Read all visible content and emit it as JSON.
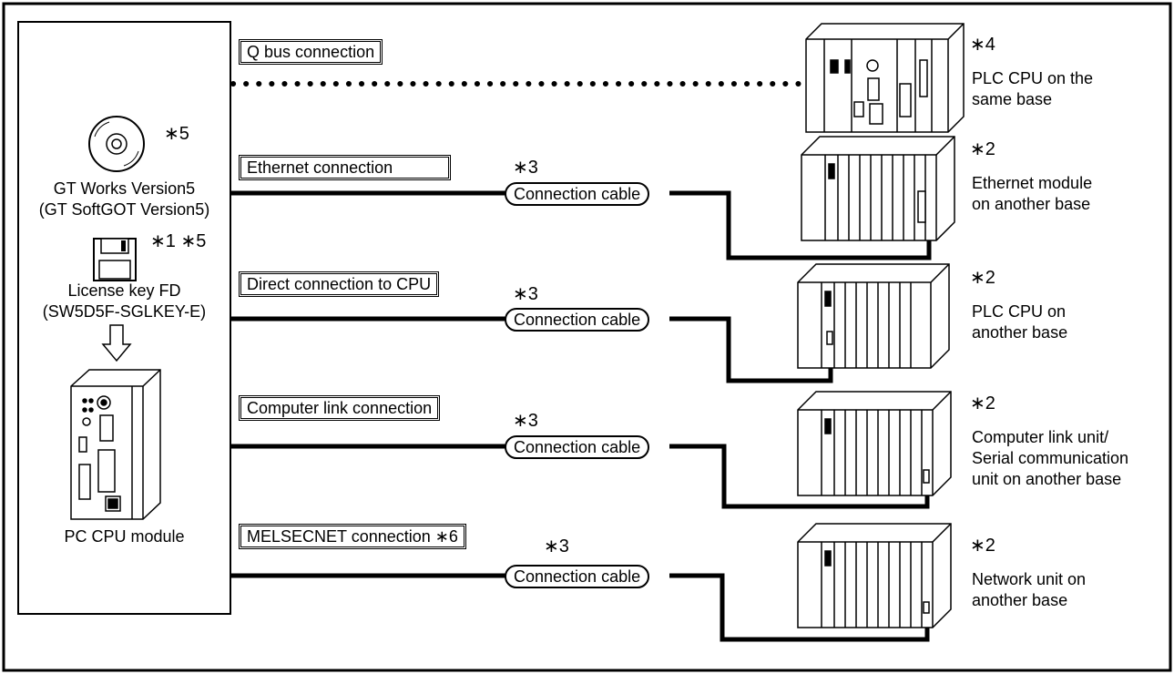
{
  "left_panel": {
    "software_label_1": "GT Works Version5",
    "software_label_2": "(GT SoftGOT Version5)",
    "software_note": "∗5",
    "license_note": "∗1 ∗5",
    "license_label_1": "License key FD",
    "license_label_2": "(SW5D5F-SGLKEY-E)",
    "pc_label": "PC CPU module"
  },
  "connections": [
    {
      "label": "Q bus connection",
      "cable": "",
      "cable_note": "",
      "target_note": "∗4",
      "target_lines": [
        "PLC CPU on the",
        "same base"
      ]
    },
    {
      "label": "Ethernet connection",
      "cable": "Connection cable",
      "cable_note": "∗3",
      "target_note": "∗2",
      "target_lines": [
        "Ethernet module",
        "on another base"
      ]
    },
    {
      "label": "Direct connection to CPU",
      "cable": "Connection cable",
      "cable_note": "∗3",
      "target_note": "∗2",
      "target_lines": [
        "PLC CPU on",
        "another base"
      ]
    },
    {
      "label": "Computer link connection",
      "cable": "Connection cable",
      "cable_note": "∗3",
      "target_note": "∗2",
      "target_lines": [
        "Computer link unit/",
        "Serial communication",
        "unit on another base"
      ]
    },
    {
      "label": "MELSECNET connection ∗6",
      "cable": "Connection cable",
      "cable_note": "∗3",
      "target_note": "∗2",
      "target_lines": [
        "Network unit on",
        "another base"
      ]
    }
  ]
}
